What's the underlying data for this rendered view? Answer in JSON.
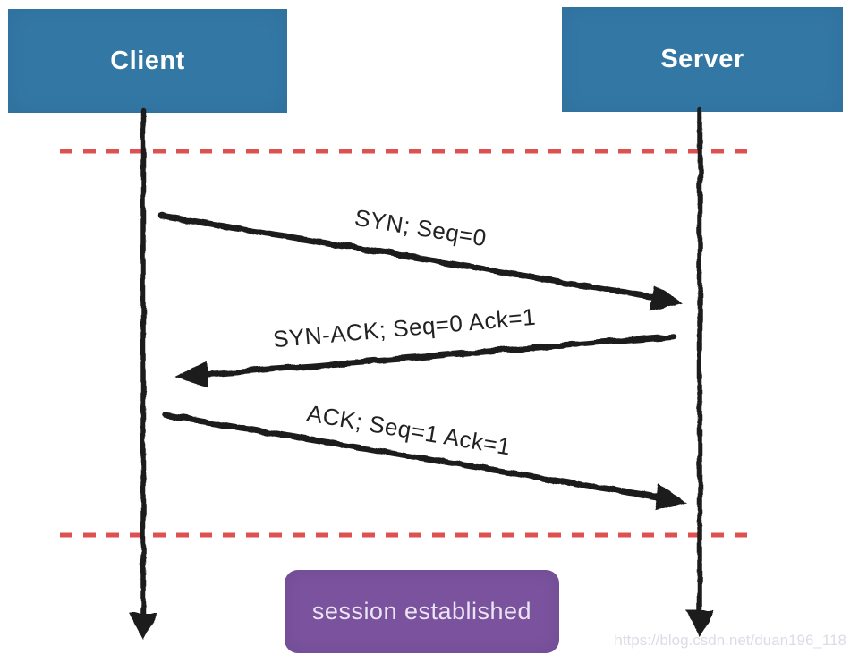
{
  "diagram": {
    "actors": [
      {
        "label": "Client"
      },
      {
        "label": "Server"
      }
    ],
    "messages": [
      {
        "label": "SYN; Seq=0",
        "from": "Client",
        "to": "Server"
      },
      {
        "label": "SYN-ACK; Seq=0 Ack=1",
        "from": "Server",
        "to": "Client"
      },
      {
        "label": "ACK; Seq=1 Ack=1",
        "from": "Client",
        "to": "Server"
      }
    ],
    "status_label": "session established",
    "watermark": "https://blog.csdn.net/duan196_118",
    "colors": {
      "actor_box": "#3377a5",
      "status_box": "#7a529e",
      "divider": "#dd5151",
      "ink": "#1c1c1c",
      "watermark": "#dcdce6"
    }
  }
}
